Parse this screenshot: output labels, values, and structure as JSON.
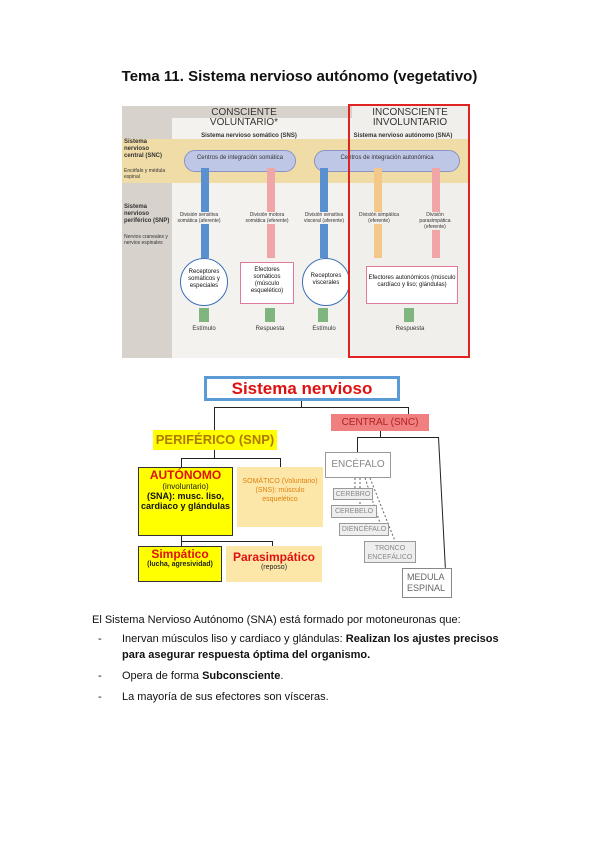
{
  "title": "Tema 11. Sistema nervioso autónomo (vegetativo)",
  "figure1": {
    "col_consciente": "CONSCIENTE",
    "col_voluntario": "VOLUNTARIO*",
    "col_inconsciente": "INCONSCIENTE",
    "col_involuntario": "INVOLUNTARIO",
    "snc_label": "Sistema nervioso central (SNC)",
    "snc_sub": "Encéfalo y médula espinal",
    "snp_label": "Sistema nervioso periférico (SNP)",
    "snp_sub": "Nervios craneales y nervios espinales",
    "sns_title": "Sistema nervioso somático (SNS)",
    "sna_title": "Sistema nervioso autónomo (SNA)",
    "pill_left": "Centros de integración somática",
    "pill_right": "Centros de integración autonómica",
    "div1": "División sensitiva somática (aferente)",
    "div2": "División motora somática (eferente)",
    "div3": "División sensitiva visceral (aferente)",
    "div4": "División simpática (eferente)",
    "div5": "División parasimpática (eferente)",
    "rec1": "Receptores somáticos y especiales",
    "eff1": "Efectores somáticos (músculo esquelético)",
    "rec2": "Receptores viscerales",
    "eff2": "Efectores autonómicos (músculo cardíaco y liso; glándulas)",
    "estimulo1": "Estímulo",
    "respuesta1": "Respuesta",
    "estimulo2": "Estímulo",
    "respuesta2": "Respuesta"
  },
  "figure2": {
    "root": "Sistema nervioso",
    "periferico": "PERIFÉRICO (SNP)",
    "central": "CENTRAL (SNC)",
    "autonomo_title": "AUTÓNOMO",
    "autonomo_sub": "(involuntario)",
    "autonomo_desc": "(SNA): musc. liso, cardiaco y glándulas",
    "somatico": "SOMÁTICO (Voluntario) (SNS): músculo esquelético",
    "simpatico_title": "Simpático",
    "simpatico_sub": "(lucha, agresividad)",
    "parasimpatico_title": "Parasimpático",
    "parasimpatico_sub": "(reposo)",
    "encefalo": "ENCÉFALO",
    "cerebro": "CEREBRO",
    "cerebelo": "CEREBELO",
    "diencefalo": "DIENCÉFALO",
    "tronco": "TRONCO ENCEFÁLICO",
    "medula": "MEDULA ESPINAL"
  },
  "body": {
    "intro": "El Sistema Nervioso Autónomo (SNA) está formado por motoneuronas que:",
    "b1_normal": "Inervan músculos liso y cardiaco y glándulas: ",
    "b1_bold": "Realizan los ajustes precisos para asegurar respuesta óptima del organismo.",
    "b2_normal": "Opera de forma ",
    "b2_bold": "Subconsciente",
    "b2_end": ".",
    "b3": "La mayoría de sus efectores son vísceras.",
    "dash": "-"
  }
}
